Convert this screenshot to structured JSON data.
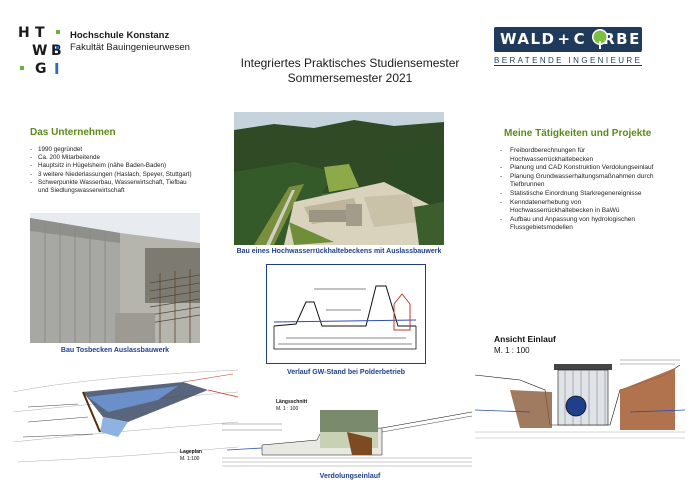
{
  "university": {
    "logo_letters": [
      "H",
      "T",
      "W",
      "G",
      "B",
      "I"
    ],
    "name": "Hochschule Konstanz",
    "faculty": "Fakultät Bauingenieurwesen"
  },
  "company": {
    "logo_word_1": "WALD",
    "logo_plus": "+",
    "logo_word_2": "C",
    "logo_word_3": "RBE",
    "subtitle": "BERATENDE INGENIEURE"
  },
  "title": {
    "line1": "Integriertes Praktisches Studiensemester",
    "line2": "Sommersemester 2021"
  },
  "company_section": {
    "heading": "Das Unternehmen",
    "facts": [
      "1990 gegründet",
      "Ca. 200 Mitarbeitende",
      "Hauptsitz in Hügelsheim (nähe Baden-Baden)",
      "3 weitere Niederlassungen (Haslach, Speyer, Stuttgart)",
      "Schwerpunkte Wasserbau, Wasserwirtschaft, Tiefbau und Siedlungswasserwirtschaft"
    ]
  },
  "tasks_section": {
    "heading": "Meine Tätigkeiten und Projekte",
    "items": [
      "Freibordberechnungen für Hochwasserrückhaltebecken",
      "Planung und CAD Konstruktion Verdolungseinlauf",
      "Planung Grundwasserhaltungsmaßnahmen durch Tiefbrunnen",
      "Statistische Einordnung Starkregenereignisse",
      "Kenndatenerhebung von Hochwasserrückhaltebecken in BaWü",
      "Aufbau und Anpassung von hydrologischen Flussgebietsmodellen"
    ]
  },
  "captions": {
    "aerial": "Bau eines Hochwasserrückhaltebeckens mit Auslassbauwerk",
    "tosbecken": "Bau Tosbecken Auslassbauwerk",
    "gw_stand": "Verlauf GW-Stand bei Polderbetrieb",
    "verdolung": "Verdolungseinlauf"
  },
  "drawings": {
    "laengsschnitt_title": "Längsschnitt",
    "laengsschnitt_scale": "M. 1 : 100",
    "lageplan_title": "Lageplan",
    "lageplan_scale": "M. 1:100",
    "ansicht_title": "Ansicht Einlauf",
    "ansicht_scale": "M. 1 : 100"
  },
  "colors": {
    "heading_green": "#5c8a1a",
    "caption_blue": "#1f3f8a",
    "company_navy": "#1f3a5a",
    "logo_green": "#6ab23e",
    "logo_blue": "#2d6db5"
  }
}
